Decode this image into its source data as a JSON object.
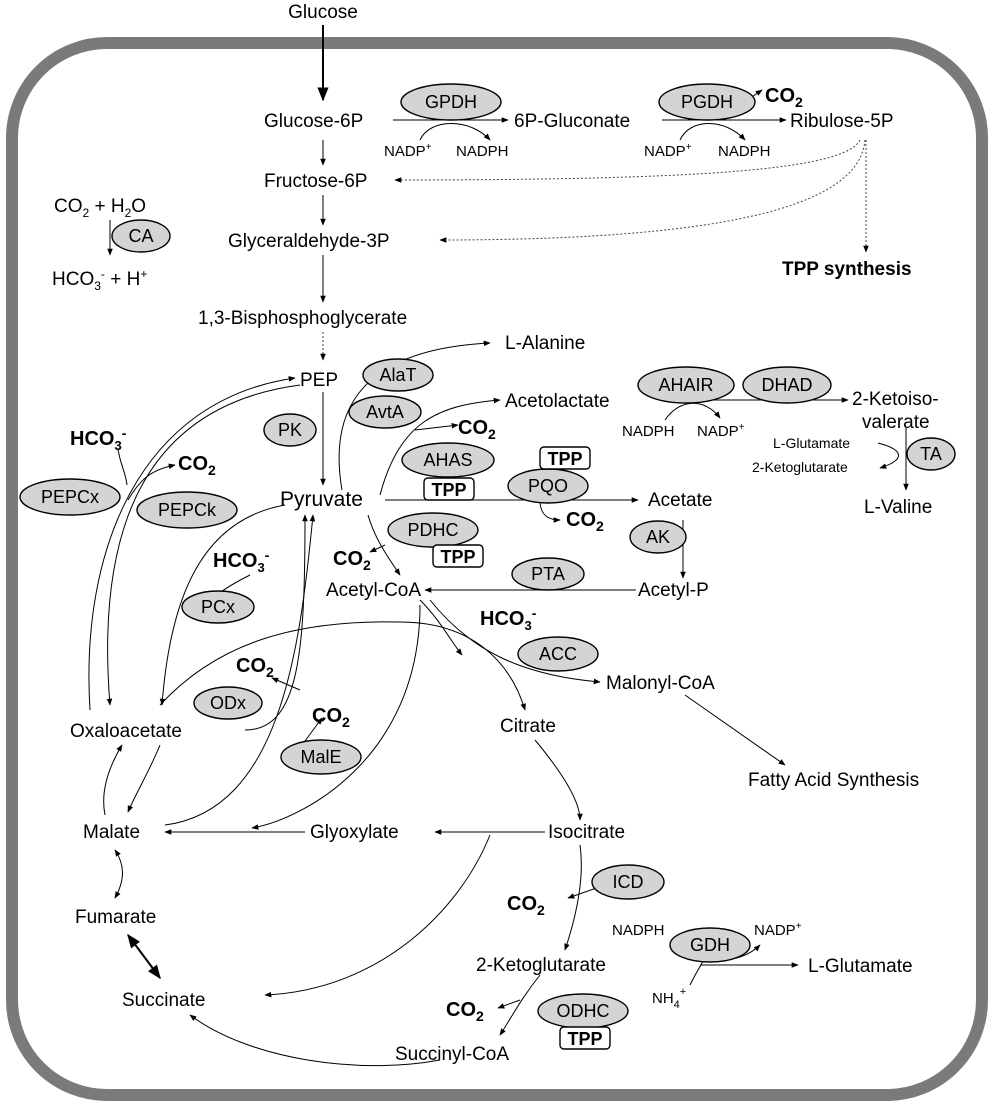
{
  "metabolites": {
    "glucose": "Glucose",
    "glucose6p": "Glucose-6P",
    "gluconate6p": "6P-Gluconate",
    "ribulose5p": "Ribulose-5P",
    "fructose6p": "Fructose-6P",
    "glyceraldehyde3p": "Glyceraldehyde-3P",
    "bisphosphoglycerate": "1,3-Bisphosphoglycerate",
    "pep": "PEP",
    "pyruvate": "Pyruvate",
    "alanine": "L-Alanine",
    "acetolactate": "Acetolactate",
    "ketoiso_1": "2-Ketoiso-",
    "ketoiso_2": "valerate",
    "valine": "L-Valine",
    "acetate": "Acetate",
    "acetyl_p": "Acetyl-P",
    "acetyl_coa": "Acetyl-CoA",
    "malonyl_coa": "Malonyl-CoA",
    "fatty_acid": "Fatty Acid Synthesis",
    "oxaloacetate": "Oxaloacetate",
    "citrate": "Citrate",
    "isocitrate": "Isocitrate",
    "glyoxylate": "Glyoxylate",
    "malate": "Malate",
    "fumarate": "Fumarate",
    "succinate": "Succinate",
    "ketoglutarate": "2-Ketoglutarate",
    "succinyl_coa": "Succinyl-CoA",
    "glutamate_out": "L-Glutamate",
    "tpp_synthesis": "TPP synthesis"
  },
  "cofactors": {
    "nadp_plus": "NADP",
    "plus": "+",
    "nadph": "NADPH",
    "co2": "CO",
    "sub2": "2",
    "hco3": "HCO",
    "sub3": "3",
    "minus": "-",
    "h2o": "H",
    "o": "O",
    "h": "H",
    "ca_eq_plus": " + ",
    "nh4": "NH",
    "sub4": "4",
    "l_glutamate": "L-Glutamate",
    "ketoglutarate_small": "2-Ketoglutarate",
    "tpp": "TPP"
  },
  "enzymes": {
    "gpdh": "GPDH",
    "pgdh": "PGDH",
    "ca": "CA",
    "alat": "AlaT",
    "avta": "AvtA",
    "pk": "PK",
    "ahair": "AHAIR",
    "dhad": "DHAD",
    "ta": "TA",
    "ahas": "AHAS",
    "pqo": "PQO",
    "pepcx": "PEPCx",
    "pepck": "PEPCk",
    "pdhc": "PDHC",
    "ak": "AK",
    "pta": "PTA",
    "pcx": "PCx",
    "acc": "ACC",
    "odx": "ODx",
    "male": "MalE",
    "icd": "ICD",
    "gdh": "GDH",
    "odhc": "ODHC"
  }
}
